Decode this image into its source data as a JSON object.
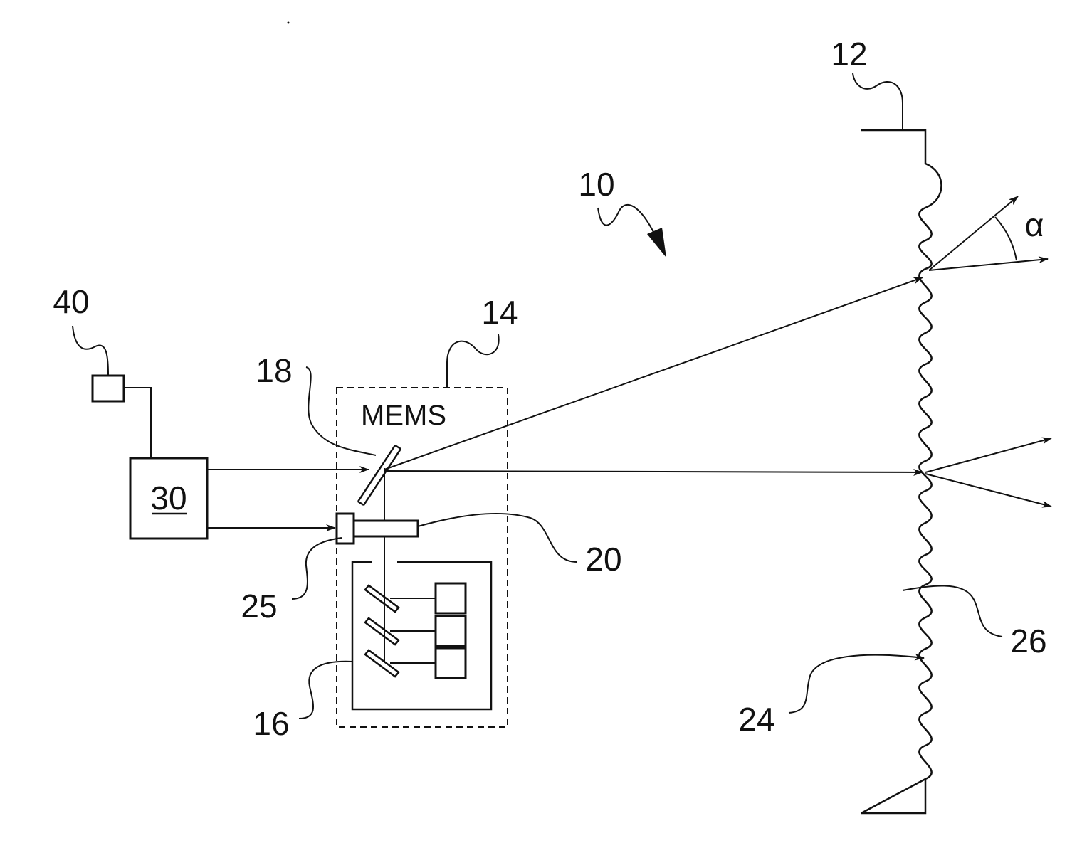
{
  "labels": {
    "system": "10",
    "screen": "12",
    "projector": "14",
    "light_source": "16",
    "mems_mirror": "18",
    "lens": "20",
    "lens_mount": "25",
    "lenticular_surface": "24",
    "lenticule": "26",
    "controller": "30",
    "sensor": "40",
    "mems_text": "MEMS",
    "angle": "α"
  },
  "colors": {
    "line": "#111111",
    "background": "#ffffff"
  }
}
